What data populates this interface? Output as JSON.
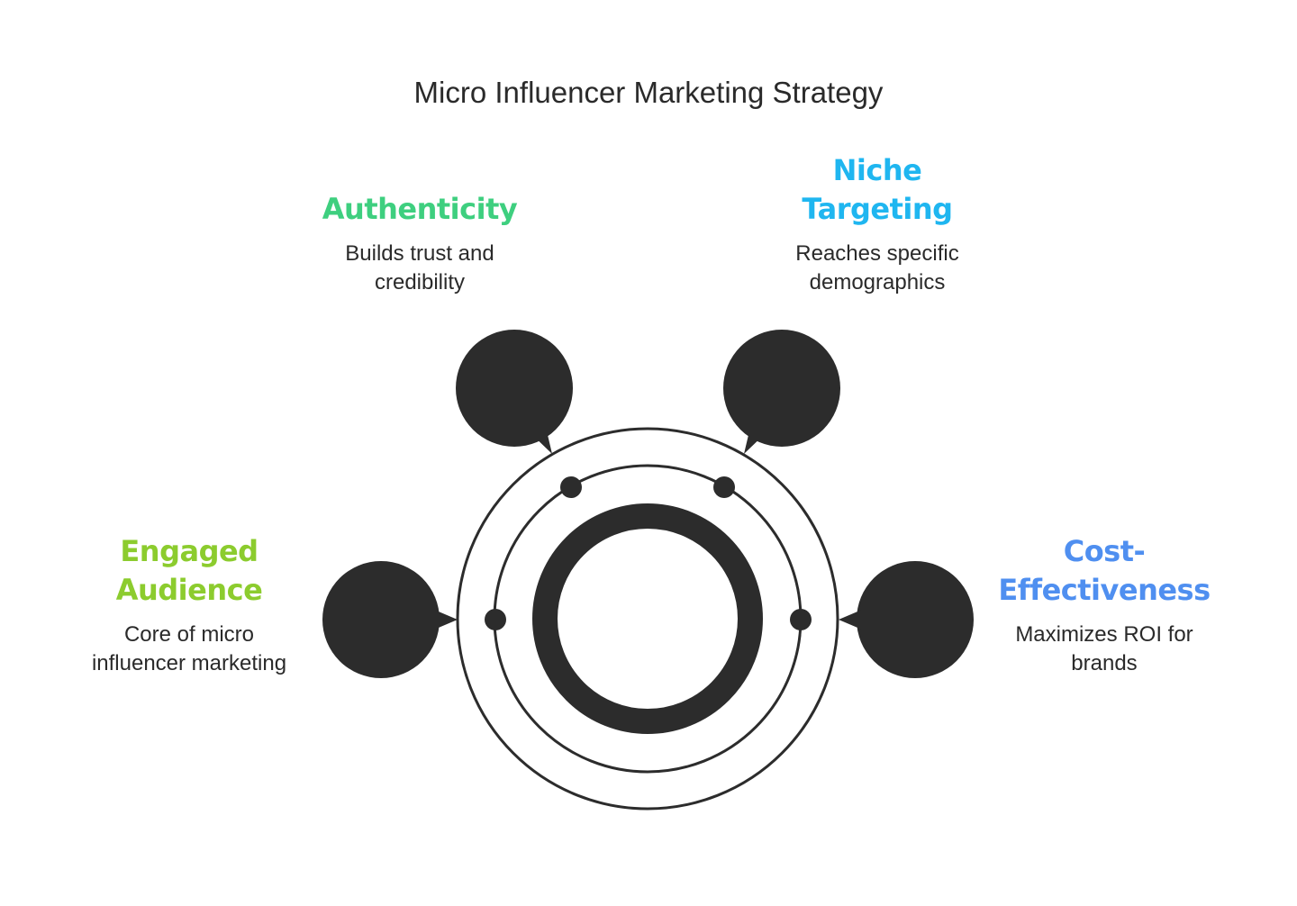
{
  "title": "Micro Influencer Marketing Strategy",
  "items": [
    {
      "heading": "Authenticity",
      "description": "Builds trust and credibility",
      "desc_lines": [
        "Builds trust and",
        "credibility"
      ],
      "color": "#3ecf7f"
    },
    {
      "heading": "Niche Targeting",
      "heading_lines": [
        "Niche",
        "Targeting"
      ],
      "desc_lines": [
        "Reaches specific",
        "demographics"
      ],
      "color": "#1fb6f0"
    },
    {
      "heading": "Engaged Audience",
      "heading_lines": [
        "Engaged",
        "Audience"
      ],
      "desc_lines": [
        "Core of micro",
        "influencer marketing"
      ],
      "color": "#8ccc2e"
    },
    {
      "heading": "Cost-Effectiveness",
      "heading_lines": [
        "Cost-",
        "Effectiveness"
      ],
      "desc_lines": [
        "Maximizes ROI for",
        "brands"
      ],
      "color": "#4f8ff0"
    }
  ],
  "colors": {
    "shape_fill": "#2c2c2c",
    "background": "#ffffff",
    "title_text": "#2a2a2a"
  }
}
